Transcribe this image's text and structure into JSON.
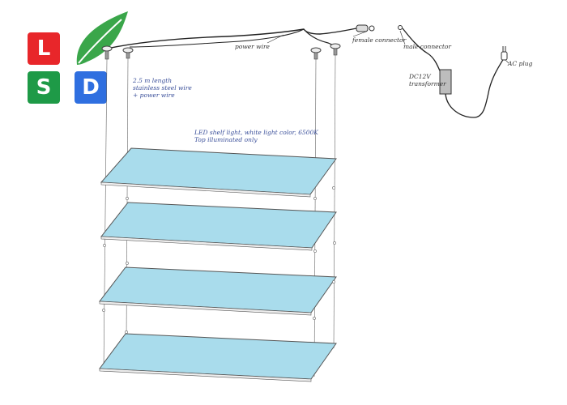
{
  "logo": {
    "letters": [
      "L",
      "S",
      "D"
    ],
    "colors": {
      "red": "#e8262a",
      "green": "#1e9a47",
      "blue": "#2f6fe0",
      "leaf": "#3aa64a"
    },
    "tile_names": [
      "logo-tile-l",
      "logo-tile-s",
      "logo-tile-d"
    ]
  },
  "labels": {
    "power_wire": "power wire",
    "female_connector": "female connector",
    "male_connector": "male connector",
    "ac_plug": "AC plug",
    "transformer_line1": "DC12V",
    "transformer_line2": "transformer",
    "wire_line1": "2.5 m length",
    "wire_line2": "stainless steel wire",
    "wire_line3": "+ power wire",
    "shelf_line1": "LED shelf light, white light color, 6500K",
    "shelf_line2": "Top illuminated only"
  },
  "colors": {
    "panel_fill": "#a9dcec",
    "panel_edge": "#555555",
    "wire": "#555555",
    "cable": "#222222",
    "transformer": "#bdbdbd"
  },
  "shelves": [
    {
      "name": "shelf-panel-1"
    },
    {
      "name": "shelf-panel-2"
    },
    {
      "name": "shelf-panel-3"
    },
    {
      "name": "shelf-panel-4"
    }
  ]
}
